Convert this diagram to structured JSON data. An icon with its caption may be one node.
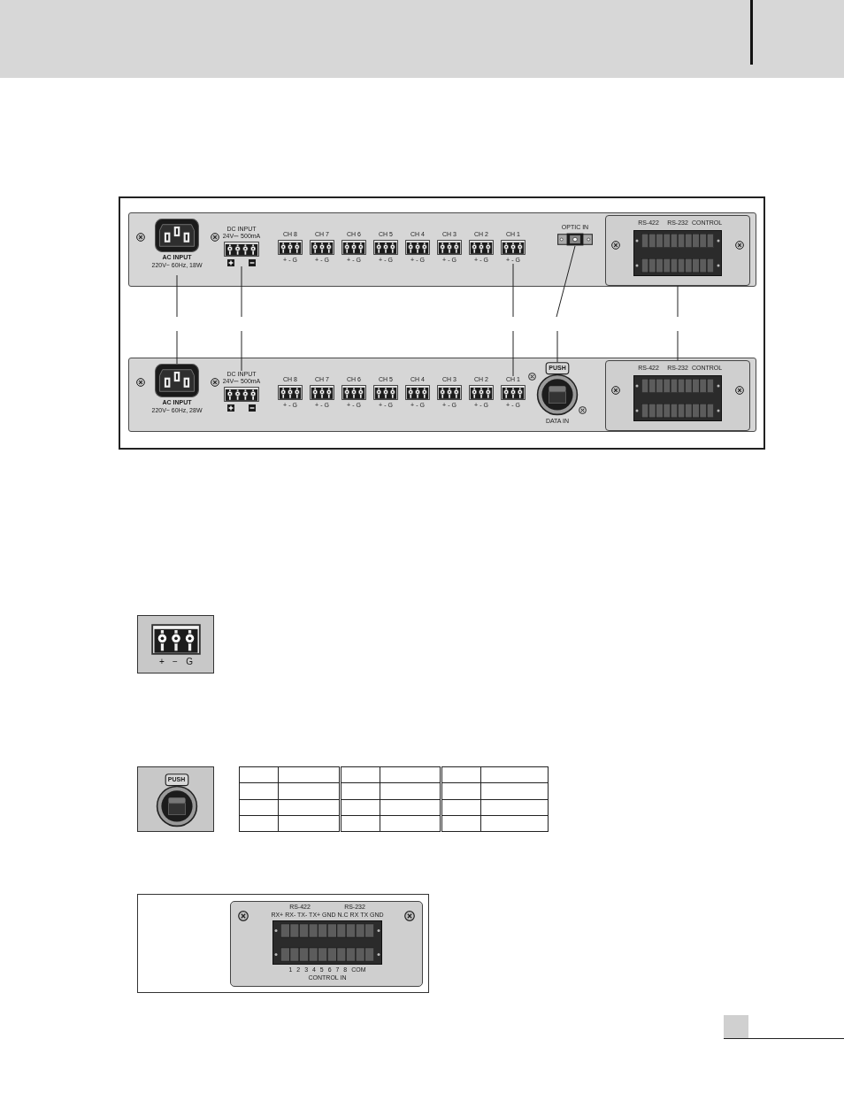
{
  "diagram": {
    "nodes": [
      {
        "text": [],
        "shape": "box"
      },
      {
        "text": [
          "AC INPUT",
          "220V~ 60Hz, 18W"
        ],
        "in": 0
      },
      {
        "text": [
          "DC INPUT 24V⎓ 500mA"
        ],
        "in": 0
      },
      {
        "text": [
          "CH 8",
          "+ - G"
        ],
        "in": 0
      },
      {
        "text": [
          "CH 7",
          "+ - G"
        ],
        "in": 0
      },
      {
        "text": [
          "CH 6",
          "+ - G"
        ],
        "in": 0
      },
      {
        "text": [
          "CH 5",
          "+ - G"
        ],
        "in": 0
      },
      {
        "text": [
          "CH 4",
          "+ - G"
        ],
        "in": 0
      },
      {
        "text": [
          "CH 3",
          "+ - G"
        ],
        "in": 0
      },
      {
        "text": [
          "CH 2",
          "+ - G"
        ],
        "in": 0
      },
      {
        "text": [
          "CH 1",
          "+ - G"
        ],
        "in": 0
      },
      {
        "text": [
          "OPTIC IN"
        ],
        "in": 0
      },
      {
        "text": [
          "RS-422",
          "RS-232",
          "CONTROL"
        ],
        "in": 0
      },
      {
        "text": [],
        "shape": "box"
      },
      {
        "text": [
          "AC INPUT",
          "220V~ 60Hz, 28W"
        ],
        "in": 13
      },
      {
        "text": [
          "DC INPUT 24V⎓ 500mA"
        ],
        "in": 13
      },
      {
        "text": [
          "CH 8",
          "+ - G"
        ],
        "in": 13
      },
      {
        "text": [
          "CH 7",
          "+ - G"
        ],
        "in": 13
      },
      {
        "text": [
          "CH 6",
          "+ - G"
        ],
        "in": 13
      },
      {
        "text": [
          "CH 5",
          "+ - G"
        ],
        "in": 13
      },
      {
        "text": [
          "CH 4",
          "+ - G"
        ],
        "in": 13
      },
      {
        "text": [
          "CH 3",
          "+ - G"
        ],
        "in": 13
      },
      {
        "text": [
          "CH 2",
          "+ - G"
        ],
        "in": 13
      },
      {
        "text": [
          "CH 1",
          "+ - G"
        ],
        "in": 13
      },
      {
        "text": [
          "PUSH",
          "DATA IN"
        ],
        "in": 13
      },
      {
        "text": [
          "RS-422",
          "RS-232",
          "CONTROL"
        ],
        "in": 13
      },
      {
        "text": [
          "+ − G"
        ]
      },
      {
        "text": [
          "PUSH"
        ]
      },
      {
        "text": [],
        "shape": "box"
      },
      {
        "text": [
          "RS-422",
          "RS-232",
          "RX+ RX- TX- TX+ GND N.C RX TX GND",
          "1 2 3 4 5 6 7 8 COM",
          "CONTROL IN"
        ],
        "in": 28
      }
    ],
    "edges": [
      {
        "from": 1,
        "to": null,
        "arrow": "none"
      },
      {
        "from": 2,
        "to": null,
        "arrow": "none"
      },
      {
        "from": 10,
        "to": null,
        "arrow": "none"
      },
      {
        "from": 11,
        "to": null,
        "arrow": "none"
      },
      {
        "from": 12,
        "to": null,
        "arrow": "none"
      },
      {
        "from": 14,
        "to": null,
        "arrow": "none"
      },
      {
        "from": 15,
        "to": null,
        "arrow": "none"
      },
      {
        "from": 23,
        "to": null,
        "arrow": "none"
      },
      {
        "from": 24,
        "to": null,
        "arrow": "none"
      },
      {
        "from": 25,
        "to": null,
        "arrow": "none"
      }
    ]
  }
}
